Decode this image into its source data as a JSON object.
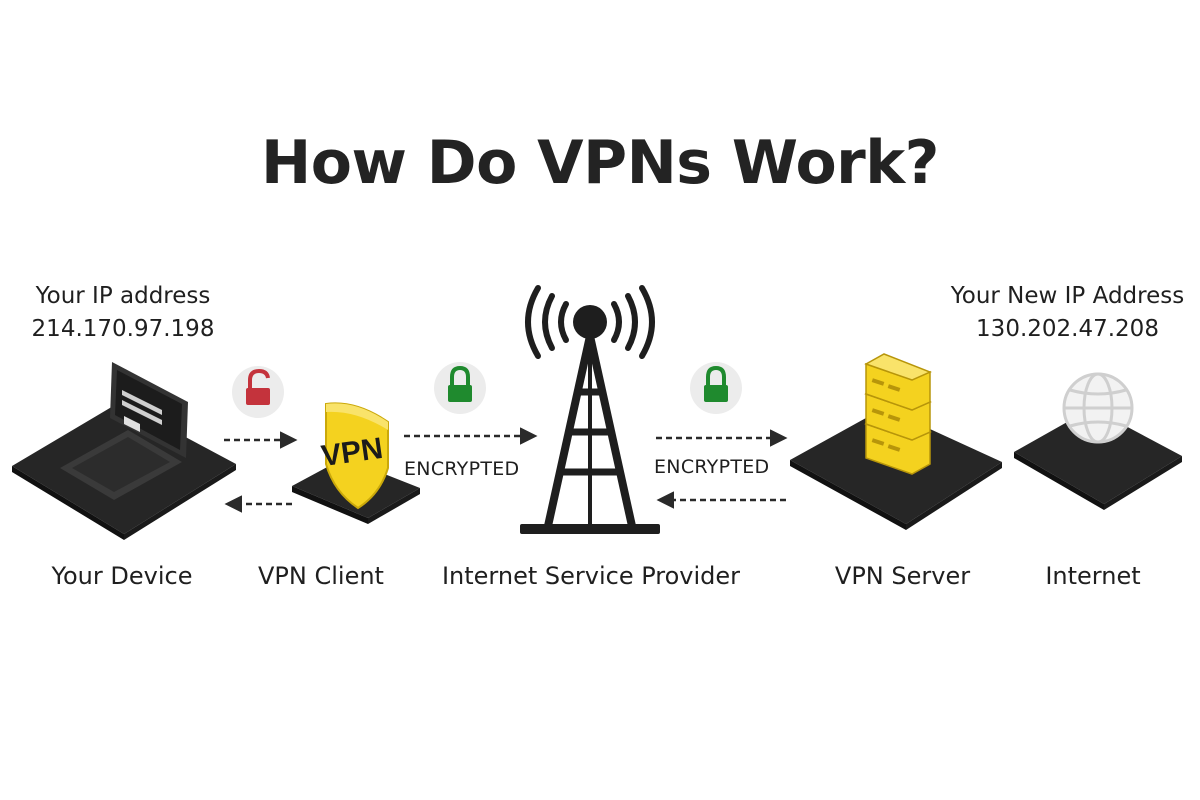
{
  "title": "How Do VPNs Work?",
  "source_ip": {
    "label": "Your IP address",
    "value": "214.170.97.198"
  },
  "new_ip": {
    "label": "Your New IP Address",
    "value": "130.202.47.208"
  },
  "nodes": [
    {
      "id": "device",
      "label": "Your Device",
      "icon": "laptop-icon"
    },
    {
      "id": "client",
      "label": "VPN Client",
      "icon": "vpn-shield-icon",
      "badge": "VPN"
    },
    {
      "id": "isp",
      "label": "Internet Service Provider",
      "icon": "radio-tower-icon"
    },
    {
      "id": "server",
      "label": "VPN Server",
      "icon": "server-stack-icon"
    },
    {
      "id": "internet",
      "label": "Internet",
      "icon": "globe-icon"
    }
  ],
  "links": [
    {
      "from": "device",
      "to": "client",
      "lock": "unlocked",
      "lock_icon": "unlocked-padlock-icon"
    },
    {
      "from": "client",
      "to": "isp",
      "lock": "locked",
      "lock_icon": "padlock-icon",
      "label": "ENCRYPTED"
    },
    {
      "from": "isp",
      "to": "server",
      "lock": "locked",
      "lock_icon": "padlock-icon",
      "label": "ENCRYPTED"
    }
  ],
  "colors": {
    "platform": "#262626",
    "accent_yellow": "#f4d21f",
    "lock_red": "#c4333c",
    "lock_green": "#1f8a2e",
    "badge_bg": "#ececec",
    "arrow": "#2a2a2a"
  }
}
